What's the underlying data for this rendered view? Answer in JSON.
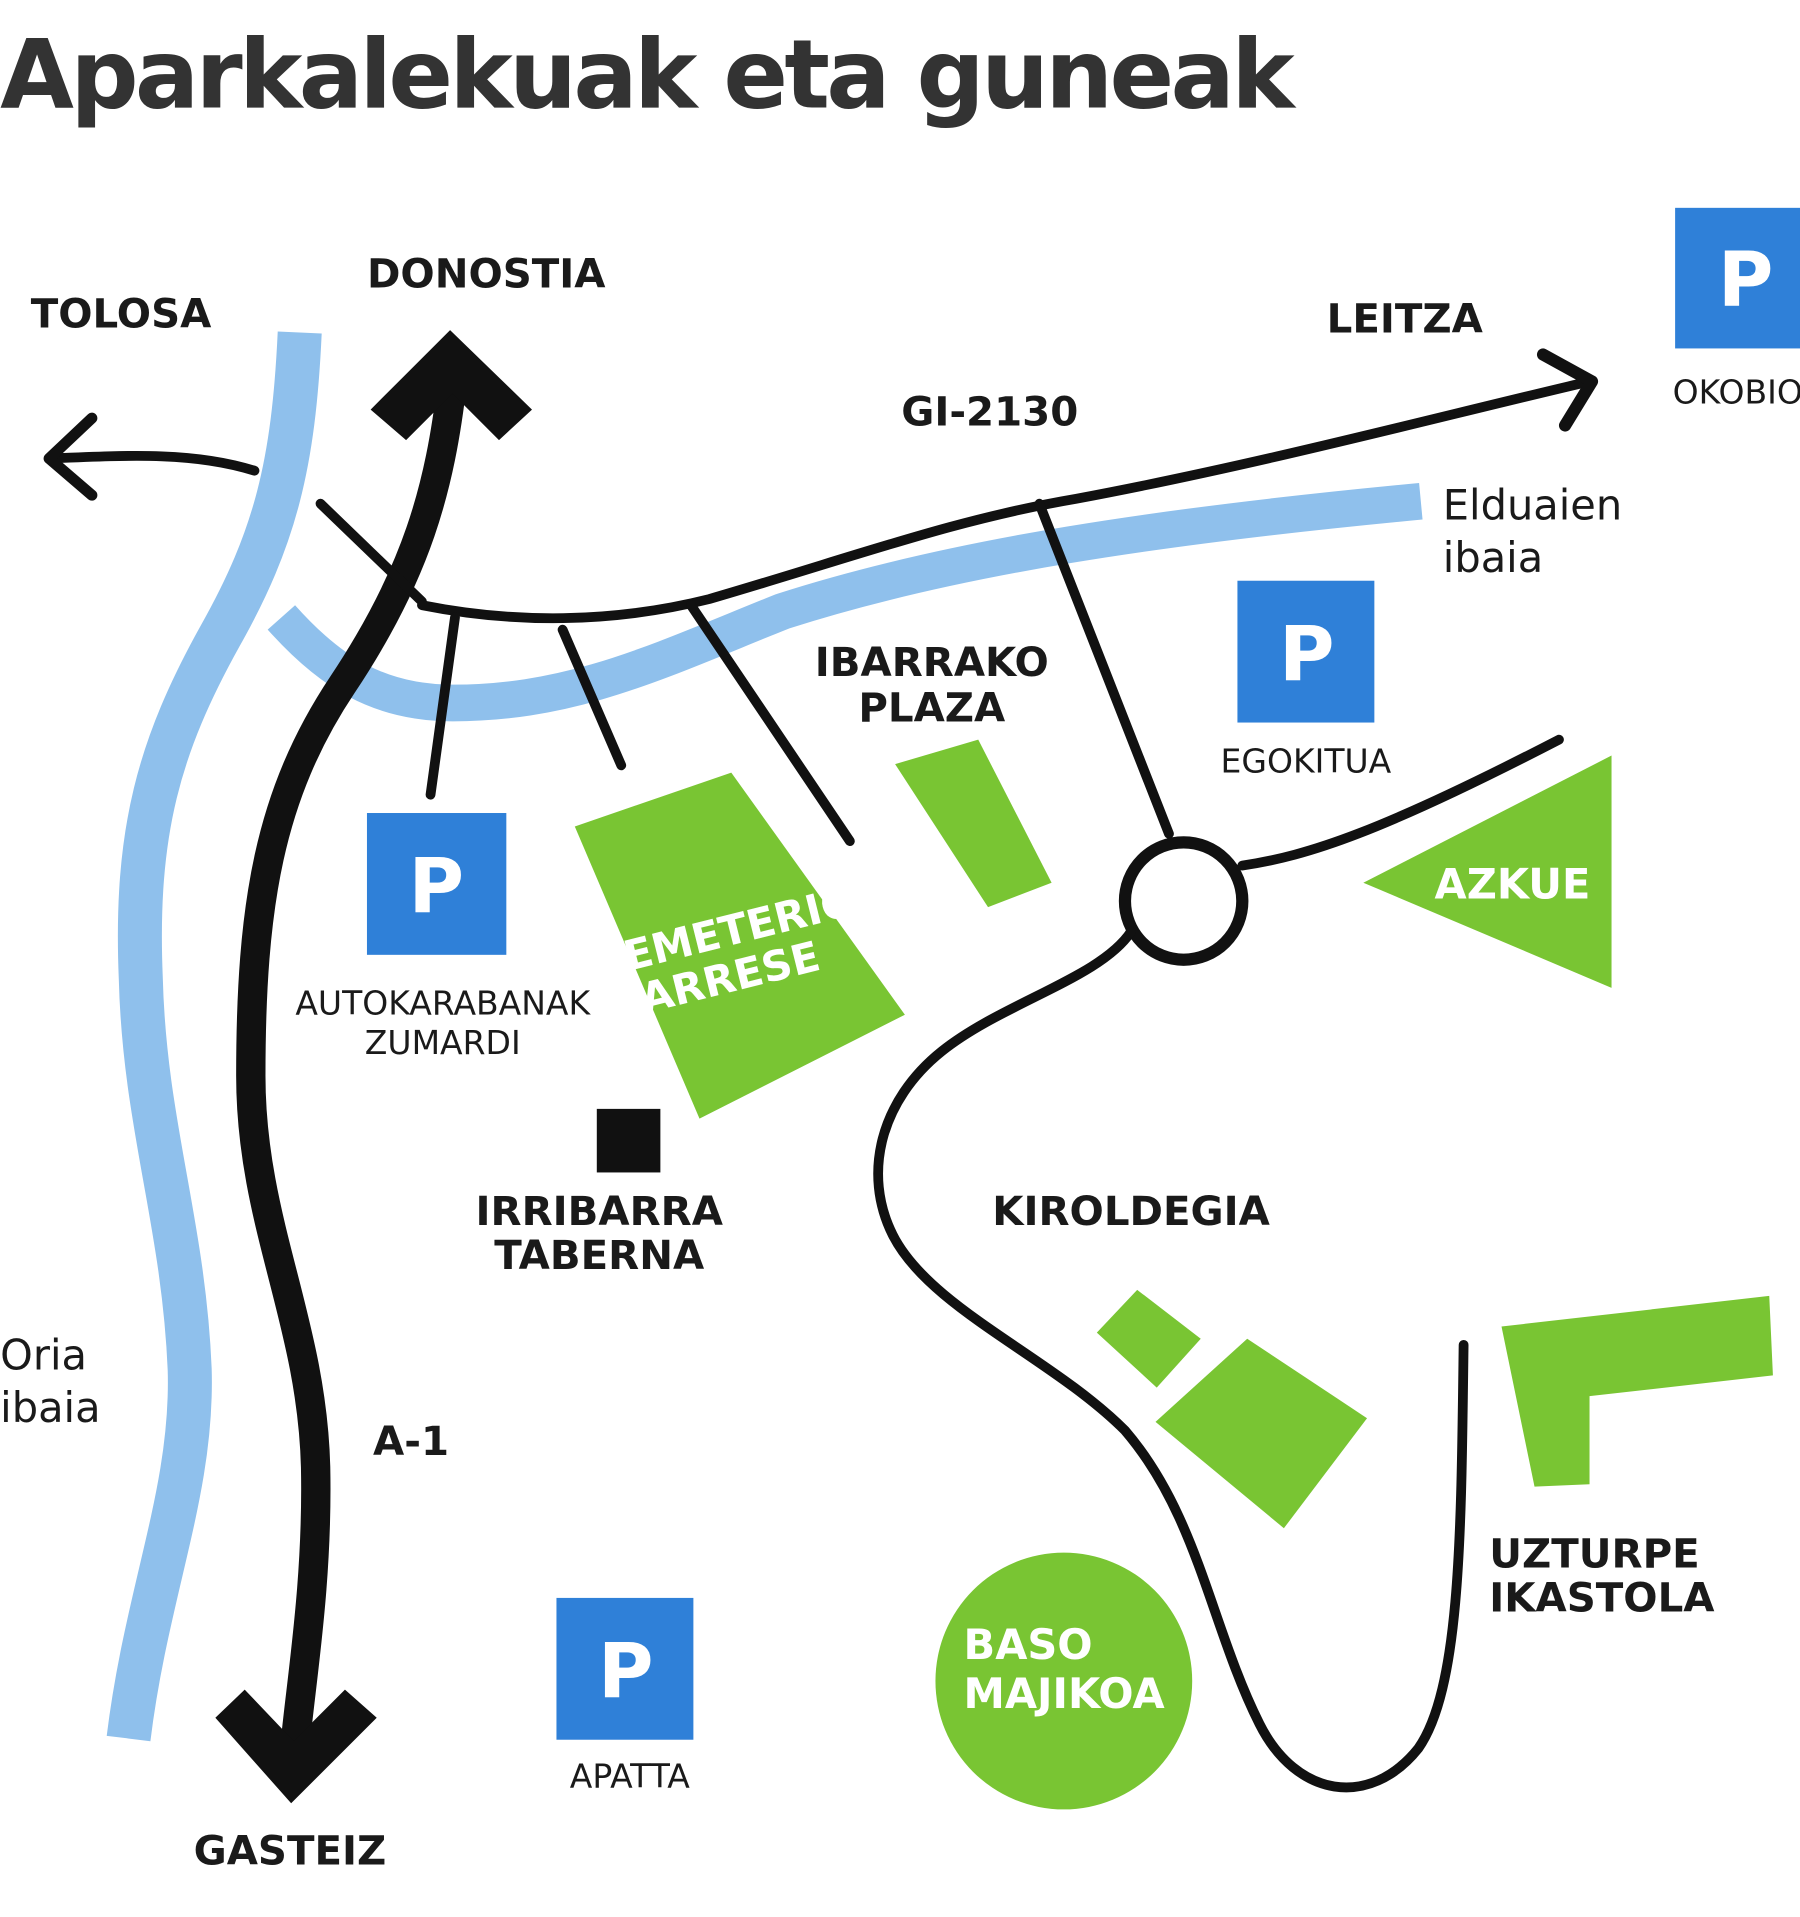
{
  "title": "Aparkalekuak eta guneak",
  "colors": {
    "river": "#8fc0ec",
    "parking": "#2f80d8",
    "green_area": "#79c533",
    "road": "#111111"
  },
  "directions": {
    "tolosa": "TOLOSA",
    "donostia": "DONOSTIA",
    "leitza": "LEITZA",
    "gasteiz": "GASTEIZ"
  },
  "roads": {
    "gi2130": "GI-2130",
    "a1": "A-1"
  },
  "rivers": {
    "elduaien_1": "Elduaien",
    "elduaien_2": "ibaia",
    "oria_1": "Oria",
    "oria_2": "ibaia"
  },
  "parkings": {
    "symbol": "P",
    "okobio": "OKOBIO",
    "egokitua": "EGOKITUA",
    "autokarabanak_1": "AUTOKARABANAK",
    "autokarabanak_2": "ZUMARDI",
    "apatta": "APATTA"
  },
  "places": {
    "ibarrako_1": "IBARRAKO",
    "ibarrako_2": "PLAZA",
    "emeterio_1": "EMETERIO",
    "emeterio_2": "ARRESE",
    "azkue": "AZKUE",
    "irribarra_1": "IRRIBARRA",
    "irribarra_2": "TABERNA",
    "kiroldegia": "KIROLDEGIA",
    "uzturpe_1": "UZTURPE",
    "uzturpe_2": "IKASTOLA",
    "baso_1": "BASO",
    "baso_2": "MAJIKOA"
  }
}
